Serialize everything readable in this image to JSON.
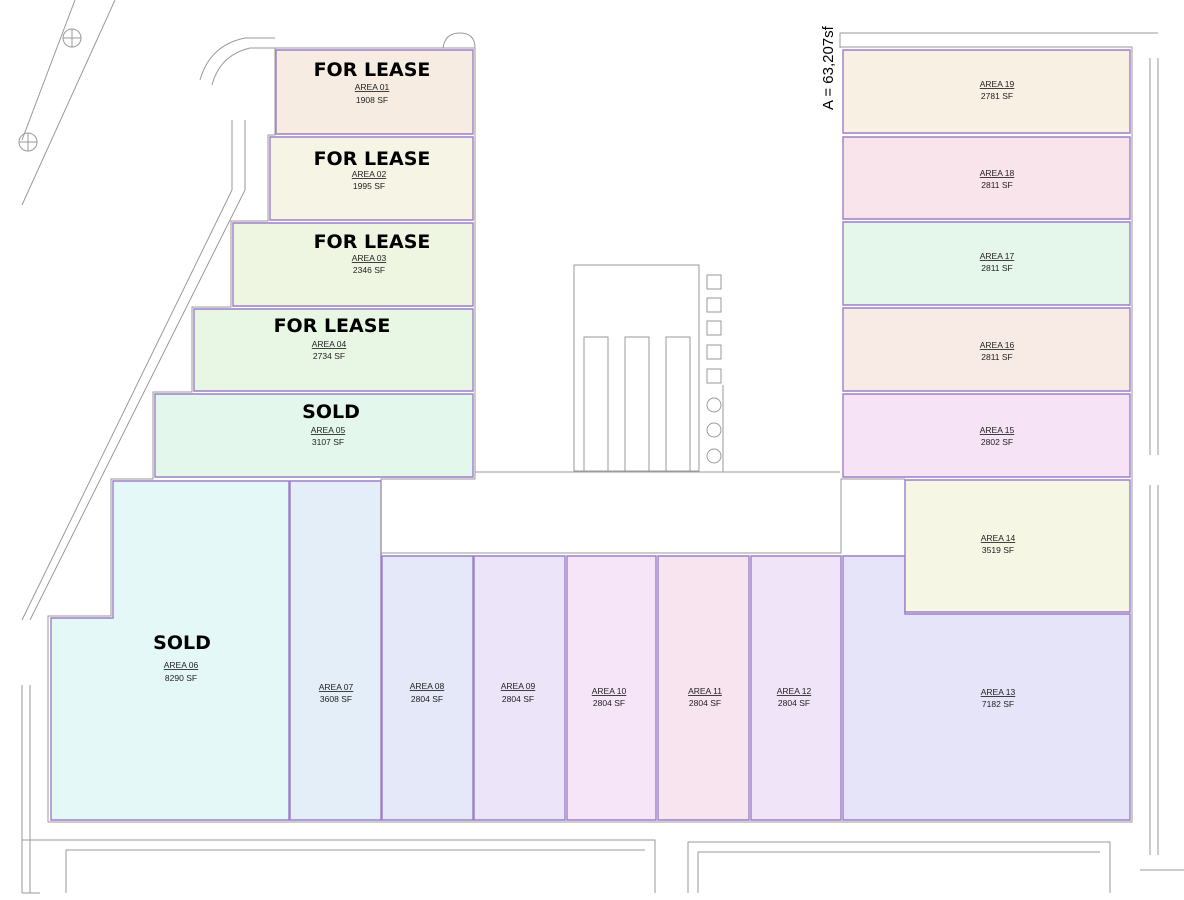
{
  "total_area": "A = 63,207sf",
  "colors": {
    "unit_border": "#9b7fc9",
    "walls": "#9a9a9a"
  },
  "units": [
    {
      "id": "01",
      "area_label": "AREA 01",
      "sf": "1908 SF",
      "status": "FOR LEASE",
      "fill": "#f6ece2"
    },
    {
      "id": "02",
      "area_label": "AREA 02",
      "sf": "1995 SF",
      "status": "FOR LEASE",
      "fill": "#f6f4e4"
    },
    {
      "id": "03",
      "area_label": "AREA 03",
      "sf": "2346 SF",
      "status": "FOR LEASE",
      "fill": "#eef6e2"
    },
    {
      "id": "04",
      "area_label": "AREA 04",
      "sf": "2734 SF",
      "status": "FOR LEASE",
      "fill": "#e8f7e4"
    },
    {
      "id": "05",
      "area_label": "AREA 05",
      "sf": "3107 SF",
      "status": "SOLD",
      "fill": "#e4f7ec"
    },
    {
      "id": "06",
      "area_label": "AREA 06",
      "sf": "8290 SF",
      "status": "SOLD",
      "fill": "#e4f8f8"
    },
    {
      "id": "07",
      "area_label": "AREA 07",
      "sf": "3608 SF",
      "status": "",
      "fill": "#e4eef8"
    },
    {
      "id": "08",
      "area_label": "AREA 08",
      "sf": "2804 SF",
      "status": "",
      "fill": "#e4e8f8"
    },
    {
      "id": "09",
      "area_label": "AREA 09",
      "sf": "2804 SF",
      "status": "",
      "fill": "#ece4f8"
    },
    {
      "id": "10",
      "area_label": "AREA 10",
      "sf": "2804 SF",
      "status": "",
      "fill": "#f6e4f8"
    },
    {
      "id": "11",
      "area_label": "AREA 11",
      "sf": "2804 SF",
      "status": "",
      "fill": "#f8e4ee"
    },
    {
      "id": "12",
      "area_label": "AREA 12",
      "sf": "2804 SF",
      "status": "",
      "fill": "#f0e4f8"
    },
    {
      "id": "13",
      "area_label": "AREA 13",
      "sf": "7182 SF",
      "status": "",
      "fill": "#e6e4f8"
    },
    {
      "id": "14",
      "area_label": "AREA 14",
      "sf": "3519 SF",
      "status": "",
      "fill": "#f6f6e4"
    },
    {
      "id": "15",
      "area_label": "AREA 15",
      "sf": "2802 SF",
      "status": "",
      "fill": "#f6e4f6"
    },
    {
      "id": "16",
      "area_label": "AREA 16",
      "sf": "2811 SF",
      "status": "",
      "fill": "#f8ebe6"
    },
    {
      "id": "17",
      "area_label": "AREA 17",
      "sf": "2811 SF",
      "status": "",
      "fill": "#e4f7ea"
    },
    {
      "id": "18",
      "area_label": "AREA 18",
      "sf": "2811 SF",
      "status": "",
      "fill": "#f8e4ea"
    },
    {
      "id": "19",
      "area_label": "AREA 19",
      "sf": "2781 SF",
      "status": "",
      "fill": "#f8f0e2"
    }
  ]
}
